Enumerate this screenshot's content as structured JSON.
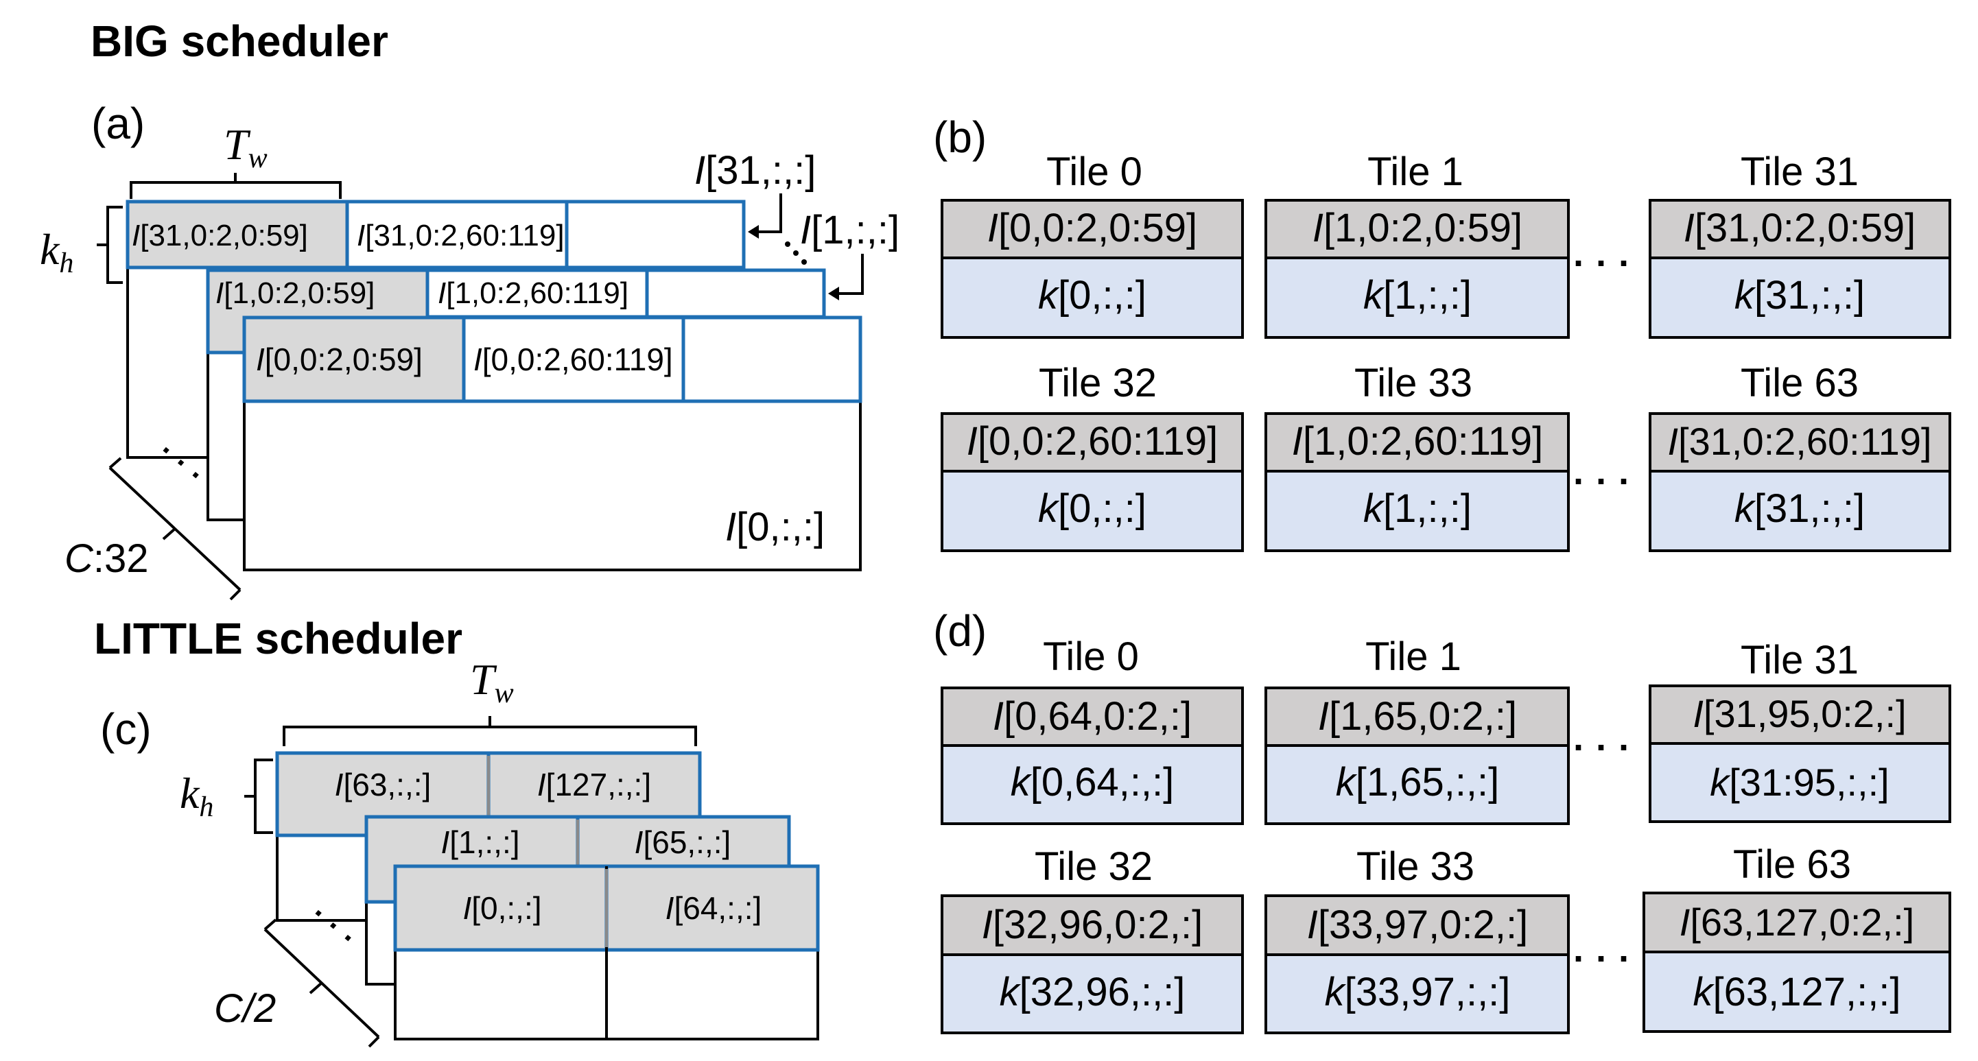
{
  "big": {
    "title": "BIG scheduler",
    "panel_a": {
      "label": "(a)",
      "tw": "T",
      "tw_sub": "w",
      "kh": "k",
      "kh_sub": "h",
      "c_label_var": "C",
      "c_label_rest": ":32",
      "ellipsis": "·  ·  ·",
      "front_label_var": "I",
      "front_label_rest": "[0,:,:]",
      "callouts": [
        {
          "var": "I",
          "rest": "[31,:,:]"
        },
        {
          "var": "I",
          "rest": "[1,:,:]"
        }
      ],
      "layers": [
        {
          "cells": [
            {
              "var": "I",
              "rest": "[31,0:2,0:59]"
            },
            {
              "var": "I",
              "rest": "[31,0:2,60:119]"
            }
          ]
        },
        {
          "cells": [
            {
              "var": "I",
              "rest": "[1,0:2,0:59]"
            },
            {
              "var": "I",
              "rest": "[1,0:2,60:119]"
            }
          ]
        },
        {
          "cells": [
            {
              "var": "I",
              "rest": "[0,0:2,0:59]"
            },
            {
              "var": "I",
              "rest": "[0,0:2,60:119]"
            }
          ]
        }
      ]
    },
    "panel_b": {
      "label": "(b)",
      "tiles": [
        {
          "name": "Tile 0",
          "i_var": "I",
          "i_rest": "[0,0:2,0:59]",
          "k_var": "k",
          "k_rest": "[0,:,:]"
        },
        {
          "name": "Tile 1",
          "i_var": "I",
          "i_rest": "[1,0:2,0:59]",
          "k_var": "k",
          "k_rest": "[1,:,:]"
        },
        {
          "name": "Tile 31",
          "i_var": "I",
          "i_rest": "[31,0:2,0:59]",
          "k_var": "k",
          "k_rest": "[31,:,:]"
        },
        {
          "name": "Tile 32",
          "i_var": "I",
          "i_rest": "[0,0:2,60:119]",
          "k_var": "k",
          "k_rest": "[0,:,:]"
        },
        {
          "name": "Tile 33",
          "i_var": "I",
          "i_rest": "[1,0:2,60:119]",
          "k_var": "k",
          "k_rest": "[1,:,:]"
        },
        {
          "name": "Tile 63",
          "i_var": "I",
          "i_rest": "[31,0:2,60:119]",
          "k_var": "k",
          "k_rest": "[31,:,:]"
        }
      ],
      "dots": "·  ·  ·"
    }
  },
  "little": {
    "title": "LITTLE scheduler",
    "panel_c": {
      "label": "(c)",
      "tw": "T",
      "tw_sub": "w",
      "kh": "k",
      "kh_sub": "h",
      "c_label": "C/2",
      "ellipsis": "·  ·  ·",
      "layers": [
        {
          "cells": [
            {
              "var": "I",
              "rest": "[63,:,:]"
            },
            {
              "var": "I",
              "rest": "[127,:,:]"
            }
          ]
        },
        {
          "cells": [
            {
              "var": "I",
              "rest": "[1,:,:]"
            },
            {
              "var": "I",
              "rest": "[65,:,:]"
            }
          ]
        },
        {
          "cells": [
            {
              "var": "I",
              "rest": "[0,:,:]"
            },
            {
              "var": "I",
              "rest": "[64,:,:]"
            }
          ]
        }
      ]
    },
    "panel_d": {
      "label": "(d)",
      "tiles": [
        {
          "name": "Tile 0",
          "i_var": "I",
          "i_rest": "[0,64,0:2,:]",
          "k_var": "k",
          "k_rest": "[0,64,:,:]"
        },
        {
          "name": "Tile 1",
          "i_var": "I",
          "i_rest": "[1,65,0:2,:]",
          "k_var": "k",
          "k_rest": "[1,65,:,:]"
        },
        {
          "name": "Tile 31",
          "i_var": "I",
          "i_rest": "[31,95,0:2,:]",
          "k_var": "k",
          "k_rest": "[31:95,:,:]"
        },
        {
          "name": "Tile 32",
          "i_var": "I",
          "i_rest": "[32,96,0:2,:]",
          "k_var": "k",
          "k_rest": "[32,96,:,:]"
        },
        {
          "name": "Tile 33",
          "i_var": "I",
          "i_rest": "[33,97,0:2,:]",
          "k_var": "k",
          "k_rest": "[33,97,:,:]"
        },
        {
          "name": "Tile 63",
          "i_var": "I",
          "i_rest": "[63,127,0:2,:]",
          "k_var": "k",
          "k_rest": "[63,127,:,:]"
        }
      ],
      "dots": "·  ·  ·"
    }
  },
  "colors": {
    "gray_fill": "#d9d9d9",
    "blue_fill": "#dae3f3",
    "blue_stroke": "#1f6fb4",
    "tile_gray": "#d0cece",
    "black": "#000000"
  }
}
